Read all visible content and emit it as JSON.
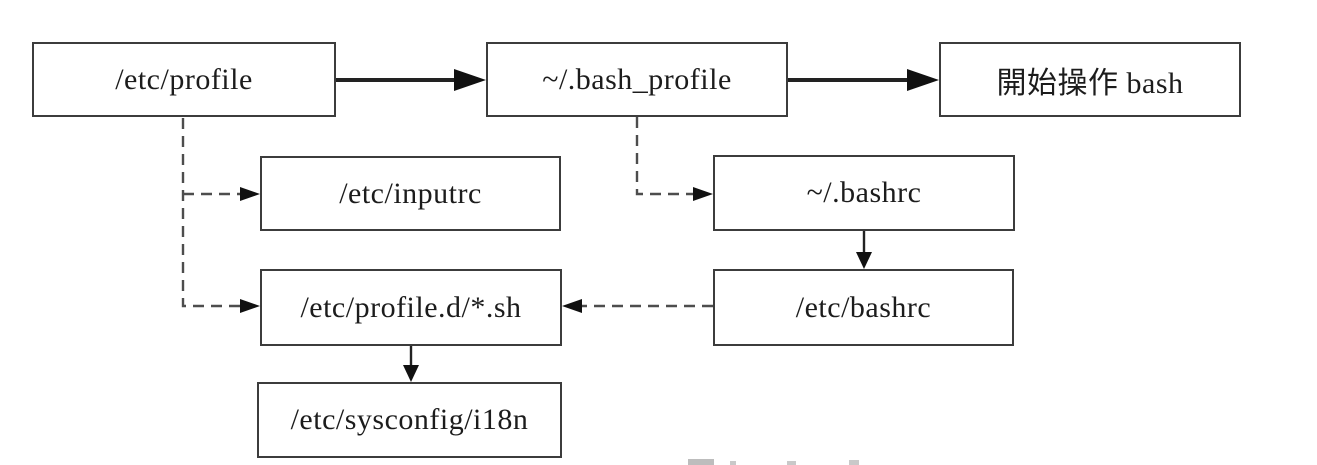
{
  "diagram": {
    "nodes": [
      {
        "id": "etc-profile",
        "label": "/etc/profile"
      },
      {
        "id": "bash-profile",
        "label": "~/.bash_profile"
      },
      {
        "id": "start-bash",
        "label": "開始操作 bash"
      },
      {
        "id": "etc-inputrc",
        "label": "/etc/inputrc"
      },
      {
        "id": "bashrc",
        "label": "~/.bashrc"
      },
      {
        "id": "etc-profile-d",
        "label": "/etc/profile.d/*.sh"
      },
      {
        "id": "etc-bashrc",
        "label": "/etc/bashrc"
      },
      {
        "id": "sysconfig-i18n",
        "label": "/etc/sysconfig/i18n"
      }
    ],
    "edges": [
      {
        "from": "/etc/profile",
        "to": "~/.bash_profile",
        "style": "solid"
      },
      {
        "from": "~/.bash_profile",
        "to": "開始操作 bash",
        "style": "solid"
      },
      {
        "from": "/etc/profile",
        "to": "/etc/inputrc",
        "style": "dashed"
      },
      {
        "from": "/etc/profile",
        "to": "/etc/profile.d/*.sh",
        "style": "dashed"
      },
      {
        "from": "~/.bash_profile",
        "to": "~/.bashrc",
        "style": "dashed"
      },
      {
        "from": "~/.bashrc",
        "to": "/etc/bashrc",
        "style": "solid"
      },
      {
        "from": "/etc/bashrc",
        "to": "/etc/profile.d/*.sh",
        "style": "dashed"
      },
      {
        "from": "/etc/profile.d/*.sh",
        "to": "/etc/sysconfig/i18n",
        "style": "solid"
      }
    ],
    "colors": {
      "background": "#ffffff",
      "box_border": "#3c3c3c",
      "text": "#1c1c1c",
      "line_solid": "#222222",
      "line_dashed": "#4d4d4d",
      "arrowhead": "#111111"
    }
  }
}
